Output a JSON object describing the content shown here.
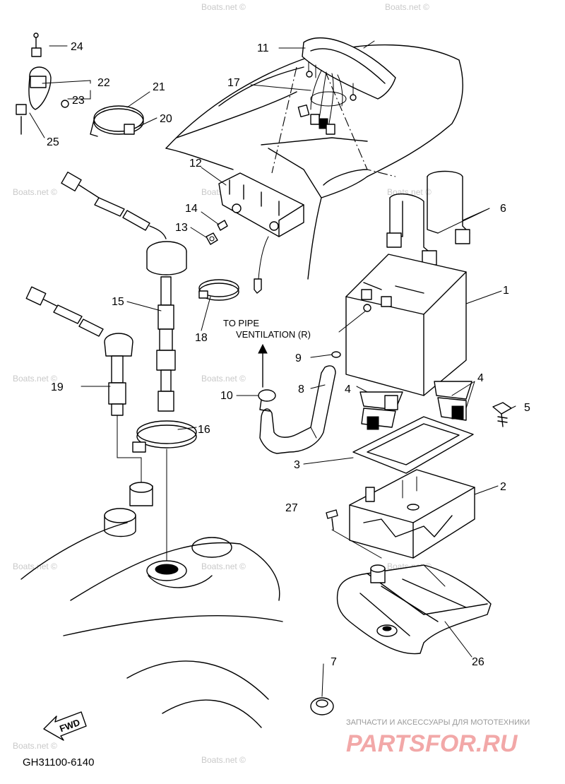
{
  "callouts": [
    "1",
    "2",
    "3",
    "4",
    "4",
    "5",
    "6",
    "7",
    "8",
    "9",
    "10",
    "11",
    "12",
    "13",
    "14",
    "15",
    "16",
    "17",
    "18",
    "19",
    "20",
    "21",
    "22",
    "23",
    "24",
    "25",
    "26",
    "27"
  ],
  "note_line1": "TO PIPE",
  "note_line2": "VENTILATION (R)",
  "fwd_label": "FWD",
  "diagram_code": "GH31100-6140",
  "watermark": "Boats.net ©",
  "footer": {
    "tagline": "ЗАПЧАСТИ И АКСЕССУАРЫ ДЛЯ МОТОТЕХНИКИ",
    "brand": "PARTSFOR.RU",
    "brand_color": "#f2a8a8"
  }
}
